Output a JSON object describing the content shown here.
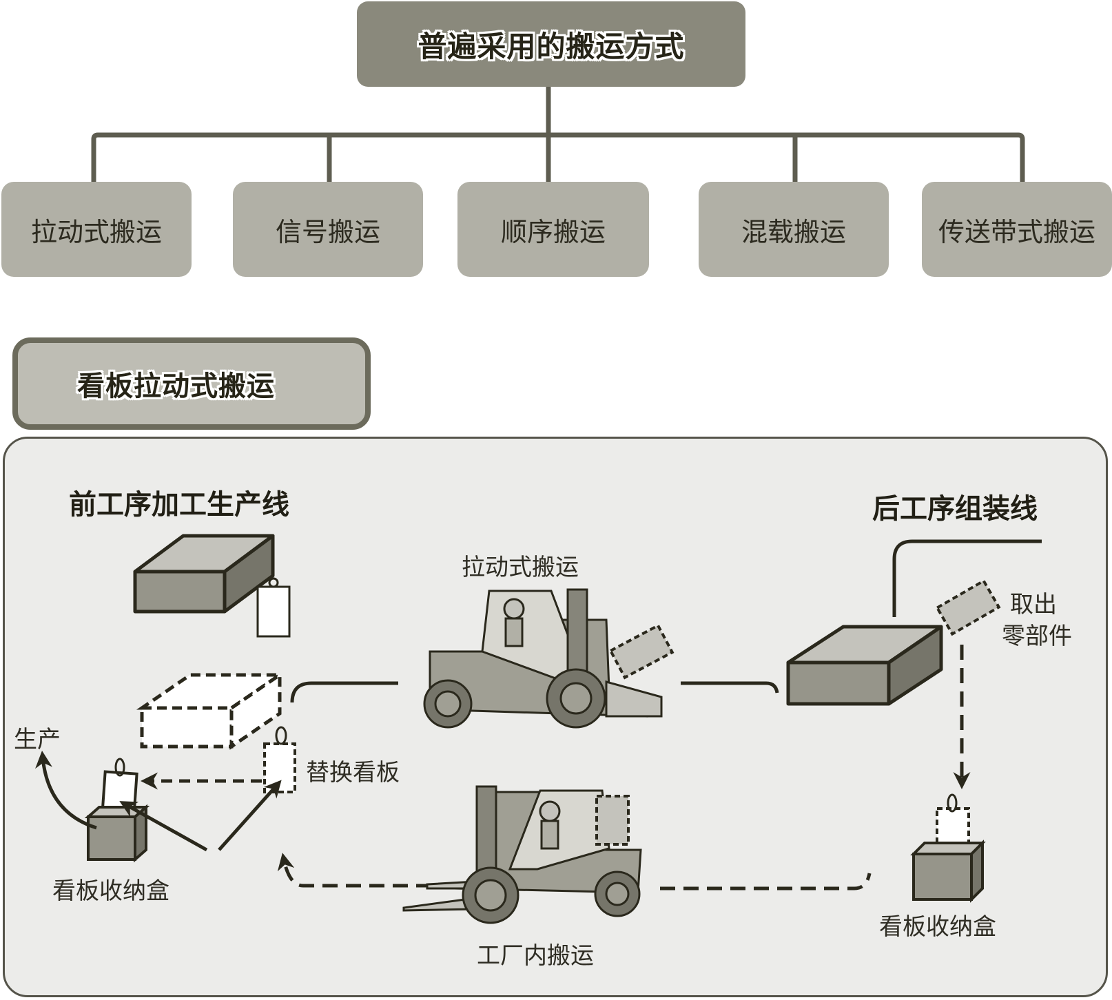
{
  "header": {
    "root_title": "普遍采用的搬运方式"
  },
  "methods": [
    {
      "label": "拉动式搬运"
    },
    {
      "label": "信号搬运"
    },
    {
      "label": "顺序搬运"
    },
    {
      "label": "混载搬运"
    },
    {
      "label": "传送带式搬运"
    }
  ],
  "section": {
    "title": "看板拉动式搬运"
  },
  "diagram": {
    "upstream_line": "前工序加工生产线",
    "downstream_line": "后工序组装线",
    "pull_transport": "拉动式搬运",
    "in_plant_transport": "工厂内搬运",
    "replace_kanban": "替换看板",
    "production": "生产",
    "kanban_box_left": "看板收纳盒",
    "kanban_box_right": "看板收纳盒",
    "take_out_parts_line1": "取出",
    "take_out_parts_line2": "零部件"
  },
  "colors": {
    "root_box": "#8a897c",
    "method_box": "#b1b0a6",
    "section_border": "#6c6b5c",
    "panel_bg": "#ececea",
    "line": "#55544a",
    "box_front": "#96958a",
    "box_top": "#c4c3bc",
    "box_side": "#76756a"
  }
}
